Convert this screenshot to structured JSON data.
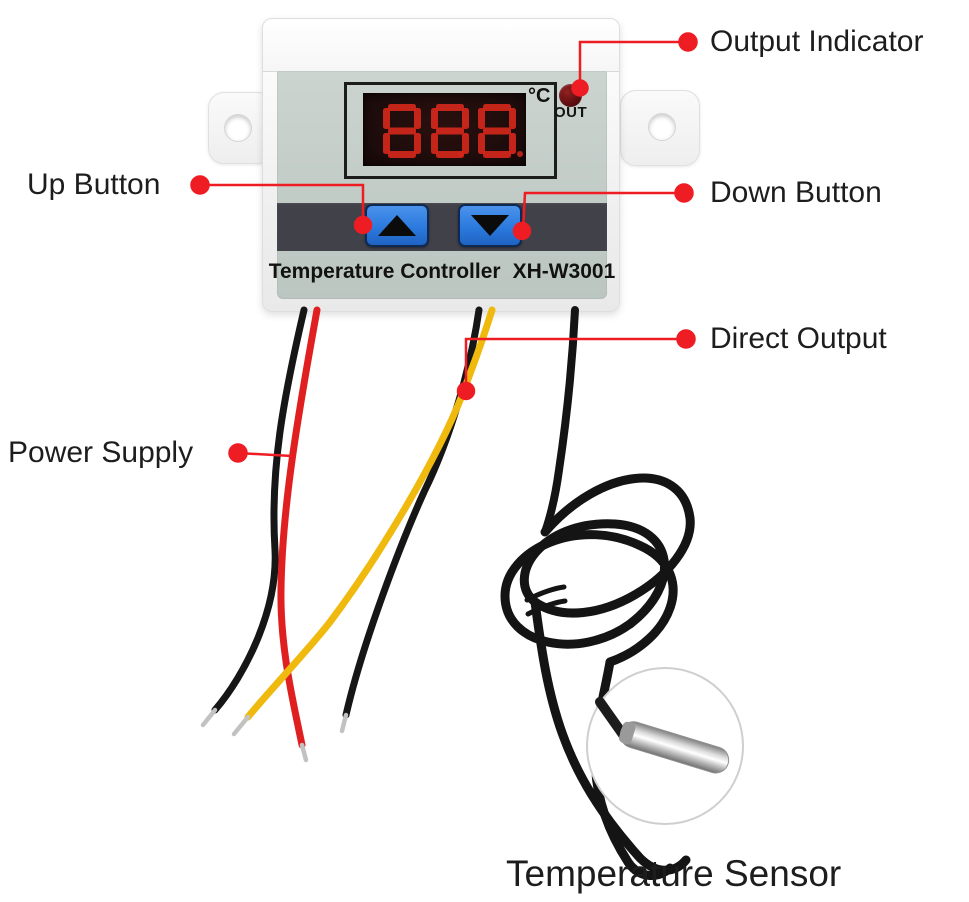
{
  "device": {
    "title": "Temperature Controller",
    "model": "XH-W3001",
    "display_value": "888",
    "display_unit": "°C",
    "out_label": "OUT"
  },
  "annotations": {
    "output_indicator": "Output Indicator",
    "up_button": "Up Button",
    "down_button": "Down Button",
    "direct_output": "Direct Output",
    "power_supply": "Power Supply",
    "temperature_sensor": "Temperature Sensor"
  },
  "colors": {
    "callout_red": "#ee1c23",
    "button_blue": "#2b7ade",
    "band_dark": "#41414a",
    "panel_grey": "#c2ccc7",
    "display_segment_red": "#d3271b",
    "wire_red": "#e02020",
    "wire_yellow": "#efb90e",
    "wire_black": "#161616",
    "probe_silver": "#d9d9d9"
  }
}
